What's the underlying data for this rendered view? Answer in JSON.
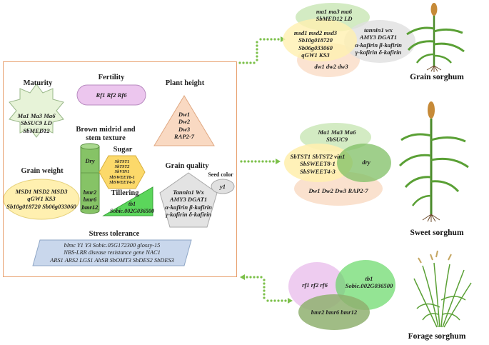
{
  "traits": {
    "maturity": {
      "title": "Maturity",
      "genes": [
        "Ma1  Ma3  Ma6",
        "SbSUC9  LD",
        "SbMED12"
      ]
    },
    "fertility": {
      "title": "Fertility",
      "genes": "Rf1  Rf2  Rf6"
    },
    "plant_height": {
      "title": "Plant height",
      "genes": [
        "Dw1",
        "Dw2",
        "Dw3",
        "RAP2-7"
      ]
    },
    "brown_midrib": {
      "title": "Brown midrid and stem texture",
      "top_gene": "Dry",
      "genes": [
        "bmr2",
        "bmr6",
        "bmr12"
      ]
    },
    "sugar": {
      "title": "Sugar",
      "genes": [
        "SbTST1",
        "SbTST2",
        "SbVIN1",
        "SbSWEET8-1",
        "SbSWEET4-3"
      ]
    },
    "grain_weight": {
      "title": "Grain weight",
      "genes": [
        "MSD1  MSD2  MSD3",
        "qGW1 KS3",
        "Sb10g018720  Sb06g033060"
      ]
    },
    "tillering": {
      "title": "Tillering",
      "genes": [
        "tb1",
        "Sobic.002G036500"
      ]
    },
    "grain_quality": {
      "title": "Grain quality",
      "genes": [
        "Tannin1  Wx",
        "AMY3  DGAT1",
        "α-kafirin  β-kafirin",
        "γ-kafirin   δ-kafirin"
      ]
    },
    "seed_color": {
      "title": "Seed color",
      "genes": "y1"
    },
    "stress_tolerance": {
      "title": "Stress tolerance",
      "genes": [
        "blmc  Y1 Y3 Sobic.05G172300  glossy-15",
        "NBS-LRR disease resistance gene  NAC1",
        "ARS1  ARS2  LGS1 AltSB  SbOMT3  SbDES2  SbDES3"
      ]
    }
  },
  "grain_sorghum": {
    "label": "Grain sorghum",
    "green": [
      "ma1 ma3 ma6",
      "SbMED12  LD"
    ],
    "yellow": [
      "msd1 msd2 msd3",
      "Sb10g018720",
      "Sb06g033060",
      "qGW1  KS3"
    ],
    "grey": [
      "tannin1  wx",
      "AMY3   DGAT1",
      "α-kafirin  β-kafirin",
      "γ-kafirin   δ-kafirin"
    ],
    "peach": "dw1 dw2 dw3"
  },
  "sweet_sorghum": {
    "label": "Sweet sorghum",
    "top": [
      "Ma1 Ma3 Ma6",
      "SbSUC9"
    ],
    "yellow": [
      "SbTST1  SbTST2  vin1",
      "SbSWEET8-1",
      "SbSWEET4-3"
    ],
    "green": "dry",
    "peach": "Dw1  Dw2  Dw3 RAP2-7"
  },
  "forage_sorghum": {
    "label": "Forage sorghum",
    "pink": "rf1  rf2   rf6",
    "green": [
      "tb1",
      "Sobic.002G036500"
    ],
    "olive": "bmr2  bmr6  bmr12"
  },
  "colors": {
    "border": "#e8a06e",
    "arrow": "#7cc04a",
    "green": "#c8e6b4",
    "yellow": "#fff0b0",
    "peach": "#f9d9c2",
    "grey": "#e0e0e0",
    "pink": "#ecc6ee",
    "blue": "#c9d7ec"
  }
}
